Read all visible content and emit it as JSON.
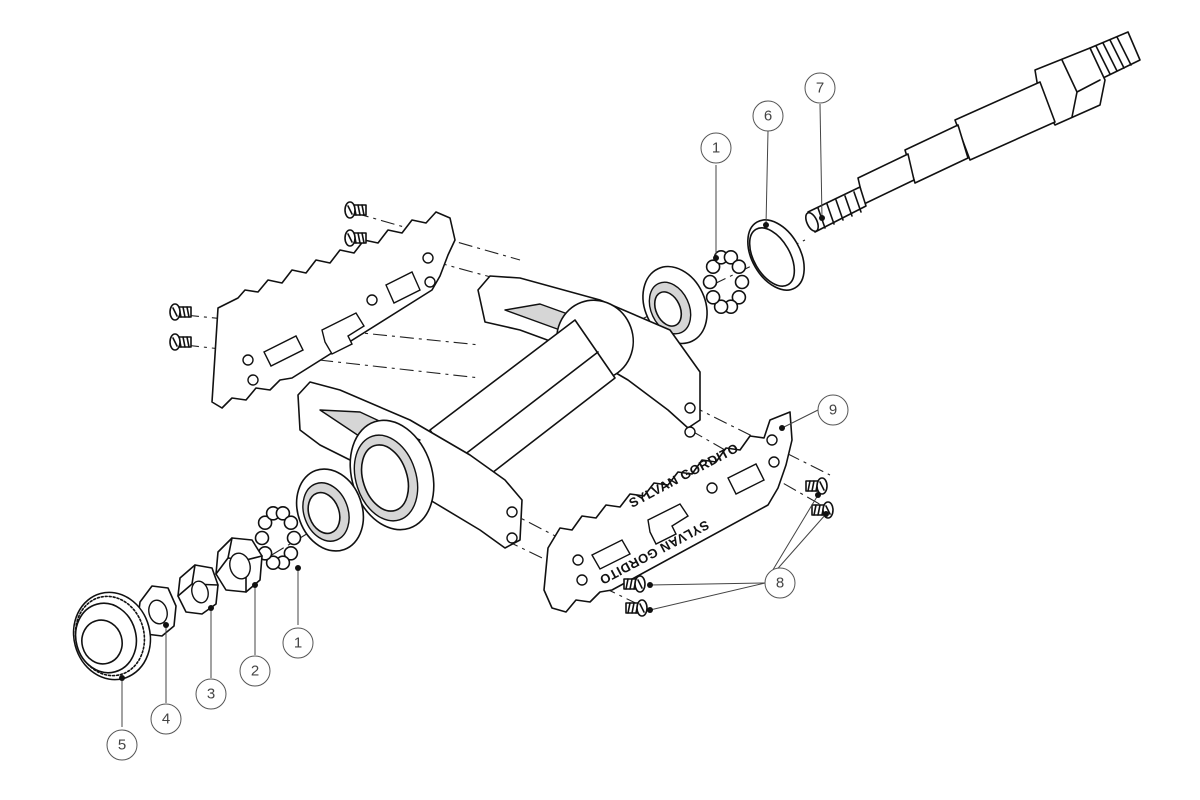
{
  "brand_text": {
    "top": "SYLVAN GORDITO",
    "bottom": "SYLVAN GORDITO"
  },
  "callouts": [
    {
      "id": "c1a",
      "label": "1"
    },
    {
      "id": "c6",
      "label": "6"
    },
    {
      "id": "c7",
      "label": "7"
    },
    {
      "id": "c9",
      "label": "9"
    },
    {
      "id": "c8",
      "label": "8"
    },
    {
      "id": "c1b",
      "label": "1"
    },
    {
      "id": "c2",
      "label": "2"
    },
    {
      "id": "c3",
      "label": "3"
    },
    {
      "id": "c4",
      "label": "4"
    },
    {
      "id": "c5",
      "label": "5"
    }
  ]
}
